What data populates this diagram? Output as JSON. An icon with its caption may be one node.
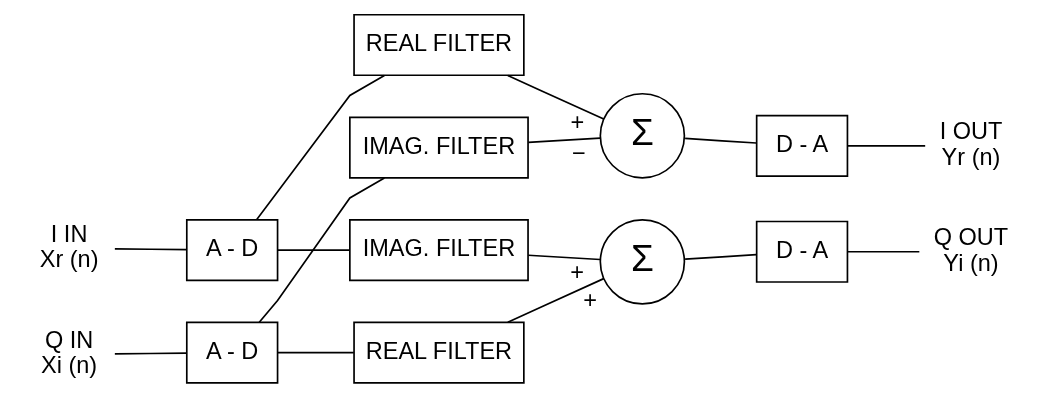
{
  "diagram": {
    "nodes": [
      {
        "text": [
          "I IN",
          "Xr (n)"
        ]
      },
      {
        "text": [
          "A - D"
        ]
      },
      {
        "text": [
          "Q IN",
          "Xi (n)"
        ]
      },
      {
        "text": [
          "A - D"
        ]
      },
      {
        "text": [
          "REAL FILTER"
        ]
      },
      {
        "text": [
          "IMAG. FILTER"
        ]
      },
      {
        "text": [
          "IMAG. FILTER"
        ]
      },
      {
        "text": [
          "REAL FILTER"
        ]
      },
      {
        "text": [
          "Σ"
        ]
      },
      {
        "text": [
          "Σ"
        ]
      },
      {
        "text": [
          "D - A"
        ]
      },
      {
        "text": [
          "D - A"
        ]
      },
      {
        "text": [
          "I OUT",
          "Yr (n)"
        ]
      },
      {
        "text": [
          "Q OUT",
          "Yi (n)"
        ]
      }
    ],
    "edges": [
      {
        "from": 0,
        "to": 1,
        "arrow": "none"
      },
      {
        "from": 1,
        "to": 4,
        "arrow": "none"
      },
      {
        "from": 1,
        "to": 6,
        "arrow": "none"
      },
      {
        "from": 3,
        "to": 5,
        "arrow": "none"
      },
      {
        "from": 3,
        "to": 7,
        "arrow": "none"
      },
      {
        "from": 4,
        "to": 8,
        "arrow": "none",
        "label": "+"
      },
      {
        "from": 5,
        "to": 8,
        "arrow": "none",
        "label": "−"
      },
      {
        "from": 6,
        "to": 9,
        "arrow": "none",
        "label": "+"
      },
      {
        "from": 7,
        "to": 9,
        "arrow": "none",
        "label": "+"
      },
      {
        "from": 8,
        "to": 10,
        "arrow": "none"
      },
      {
        "from": 9,
        "to": 11,
        "arrow": "none"
      },
      {
        "from": 2,
        "to": 3,
        "arrow": "none"
      },
      {
        "from": 10,
        "to": 12,
        "arrow": "none"
      },
      {
        "from": 11,
        "to": 13,
        "arrow": "none"
      }
    ]
  }
}
